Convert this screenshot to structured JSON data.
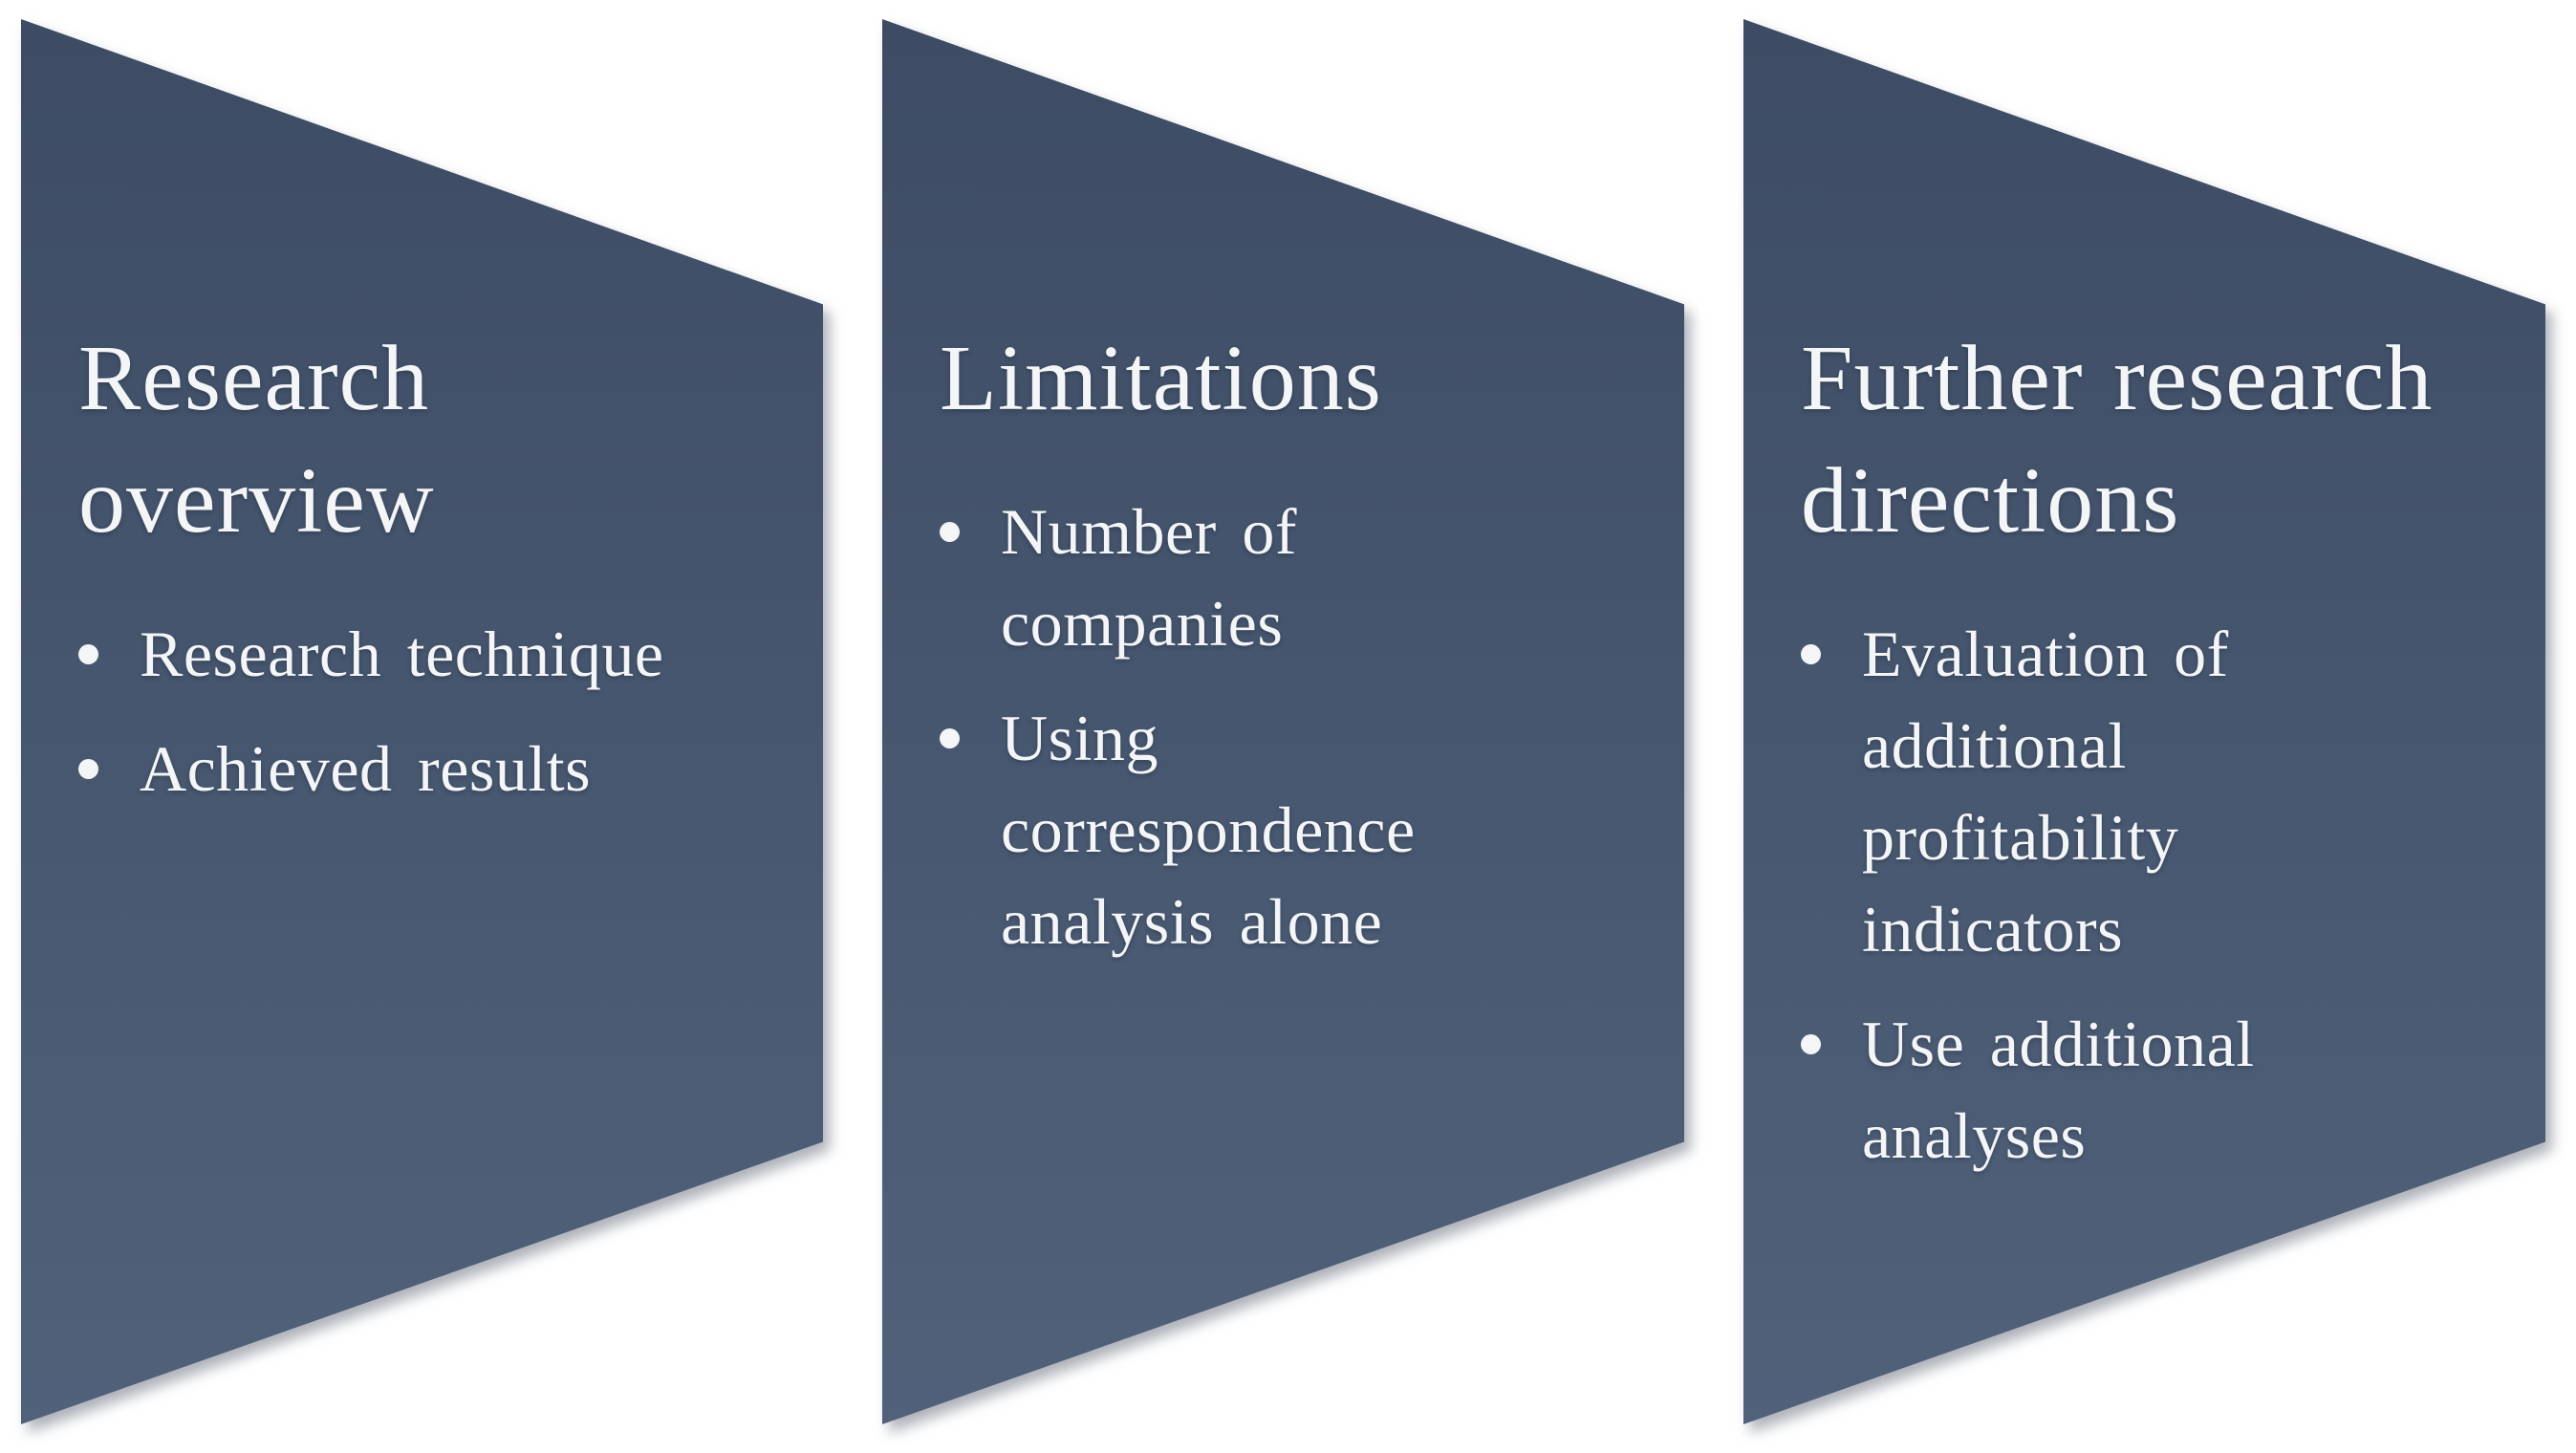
{
  "page": {
    "background": "#ffffff"
  },
  "colors": {
    "shape_gradient_top": "#3d4c64",
    "shape_gradient_mid": "#46566e",
    "shape_gradient_bottom": "#51617a",
    "text": "#f3f5f7",
    "shadow": "rgba(120,126,138,0.6)"
  },
  "shapes": [
    {
      "title_lines": [
        "Research",
        "overview"
      ],
      "bullets": [
        {
          "lines": [
            "Research technique"
          ]
        },
        {
          "lines": [
            "Achieved results"
          ]
        }
      ]
    },
    {
      "title_lines": [
        "Limitations"
      ],
      "bullets": [
        {
          "lines": [
            "Number of",
            "companies"
          ]
        },
        {
          "lines": [
            "Using",
            "correspondence",
            "analysis alone"
          ]
        }
      ]
    },
    {
      "title_lines": [
        "Further research",
        "directions"
      ],
      "bullets": [
        {
          "lines": [
            "Evaluation of",
            "additional",
            "profitability",
            "indicators"
          ]
        },
        {
          "lines": [
            "Use additional",
            "analyses"
          ]
        }
      ]
    }
  ]
}
